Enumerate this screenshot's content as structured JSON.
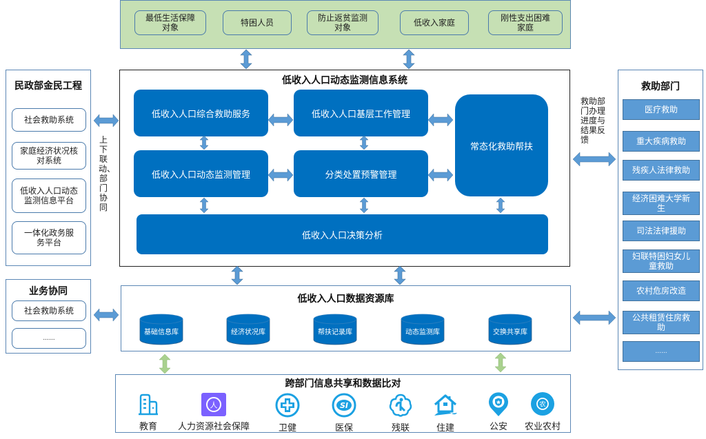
{
  "targets": [
    "最低生活保障对象",
    "特困人员",
    "防止返贫监测对象",
    "低收入家庭",
    "刚性支出困难家庭"
  ],
  "left_panel": {
    "title": "民政部金民工程",
    "items": [
      "社会救助系统",
      "家庭经济状况核对系统",
      "低收入人口动态监测信息平台",
      "一体化政务服务平台"
    ]
  },
  "left_note": "上下联动、部门协同",
  "business_panel": {
    "title": "业务协同",
    "items": [
      "社会救助系统",
      "......"
    ]
  },
  "main_system": {
    "title": "低收入人口动态监测信息系统",
    "modules": {
      "comprehensive": "低收入人口综合救助服务",
      "grassroots": "低收入人口基层工作管理",
      "monitoring": "低收入人口动态监测管理",
      "warning": "分类处置预警管理",
      "regular": "常态化救助帮扶",
      "decision": "低收入人口决策分析"
    }
  },
  "feedback_note": "救助部门办理进度与结果反馈",
  "rescue_panel": {
    "title": "救助部门",
    "items": [
      "医疗救助",
      "重大疾病救助",
      "残疾人法律救助",
      "经济困难大学新生",
      "司法法律援助",
      "妇联特困妇女儿童救助",
      "农村危房改造",
      "公共租赁住房救助",
      "......"
    ]
  },
  "data_resource": {
    "title": "低收入人口数据资源库",
    "databases": [
      "基础信息库",
      "经济状况库",
      "帮扶记录库",
      "动态监测库",
      "交换共享库"
    ]
  },
  "cross_dept": {
    "title": "跨部门信息共享和数据比对",
    "orgs": [
      {
        "label": "教育",
        "icon": "building-icon"
      },
      {
        "label": "人力资源社会保障",
        "icon": "hrss-icon"
      },
      {
        "label": "卫健",
        "icon": "health-cross-icon"
      },
      {
        "label": "医保",
        "icon": "medical-insurance-icon"
      },
      {
        "label": "残联",
        "icon": "disabled-federation-icon"
      },
      {
        "label": "住建",
        "icon": "house-icon"
      },
      {
        "label": "公安",
        "icon": "police-pin-icon"
      },
      {
        "label": "农业农村",
        "icon": "agriculture-icon"
      }
    ],
    "agri_glyph": "农",
    "hrss_glyph": "人"
  },
  "colors": {
    "module_blue": "#0070c0",
    "dept_blue": "#5b9bd5",
    "arrow_blue": "#5b9bd5",
    "arrow_green": "#a9d18e",
    "target_green": "#c6e0b4",
    "icon_cyan": "#1ba1e2",
    "hrss_purple": "#7b61ff"
  }
}
